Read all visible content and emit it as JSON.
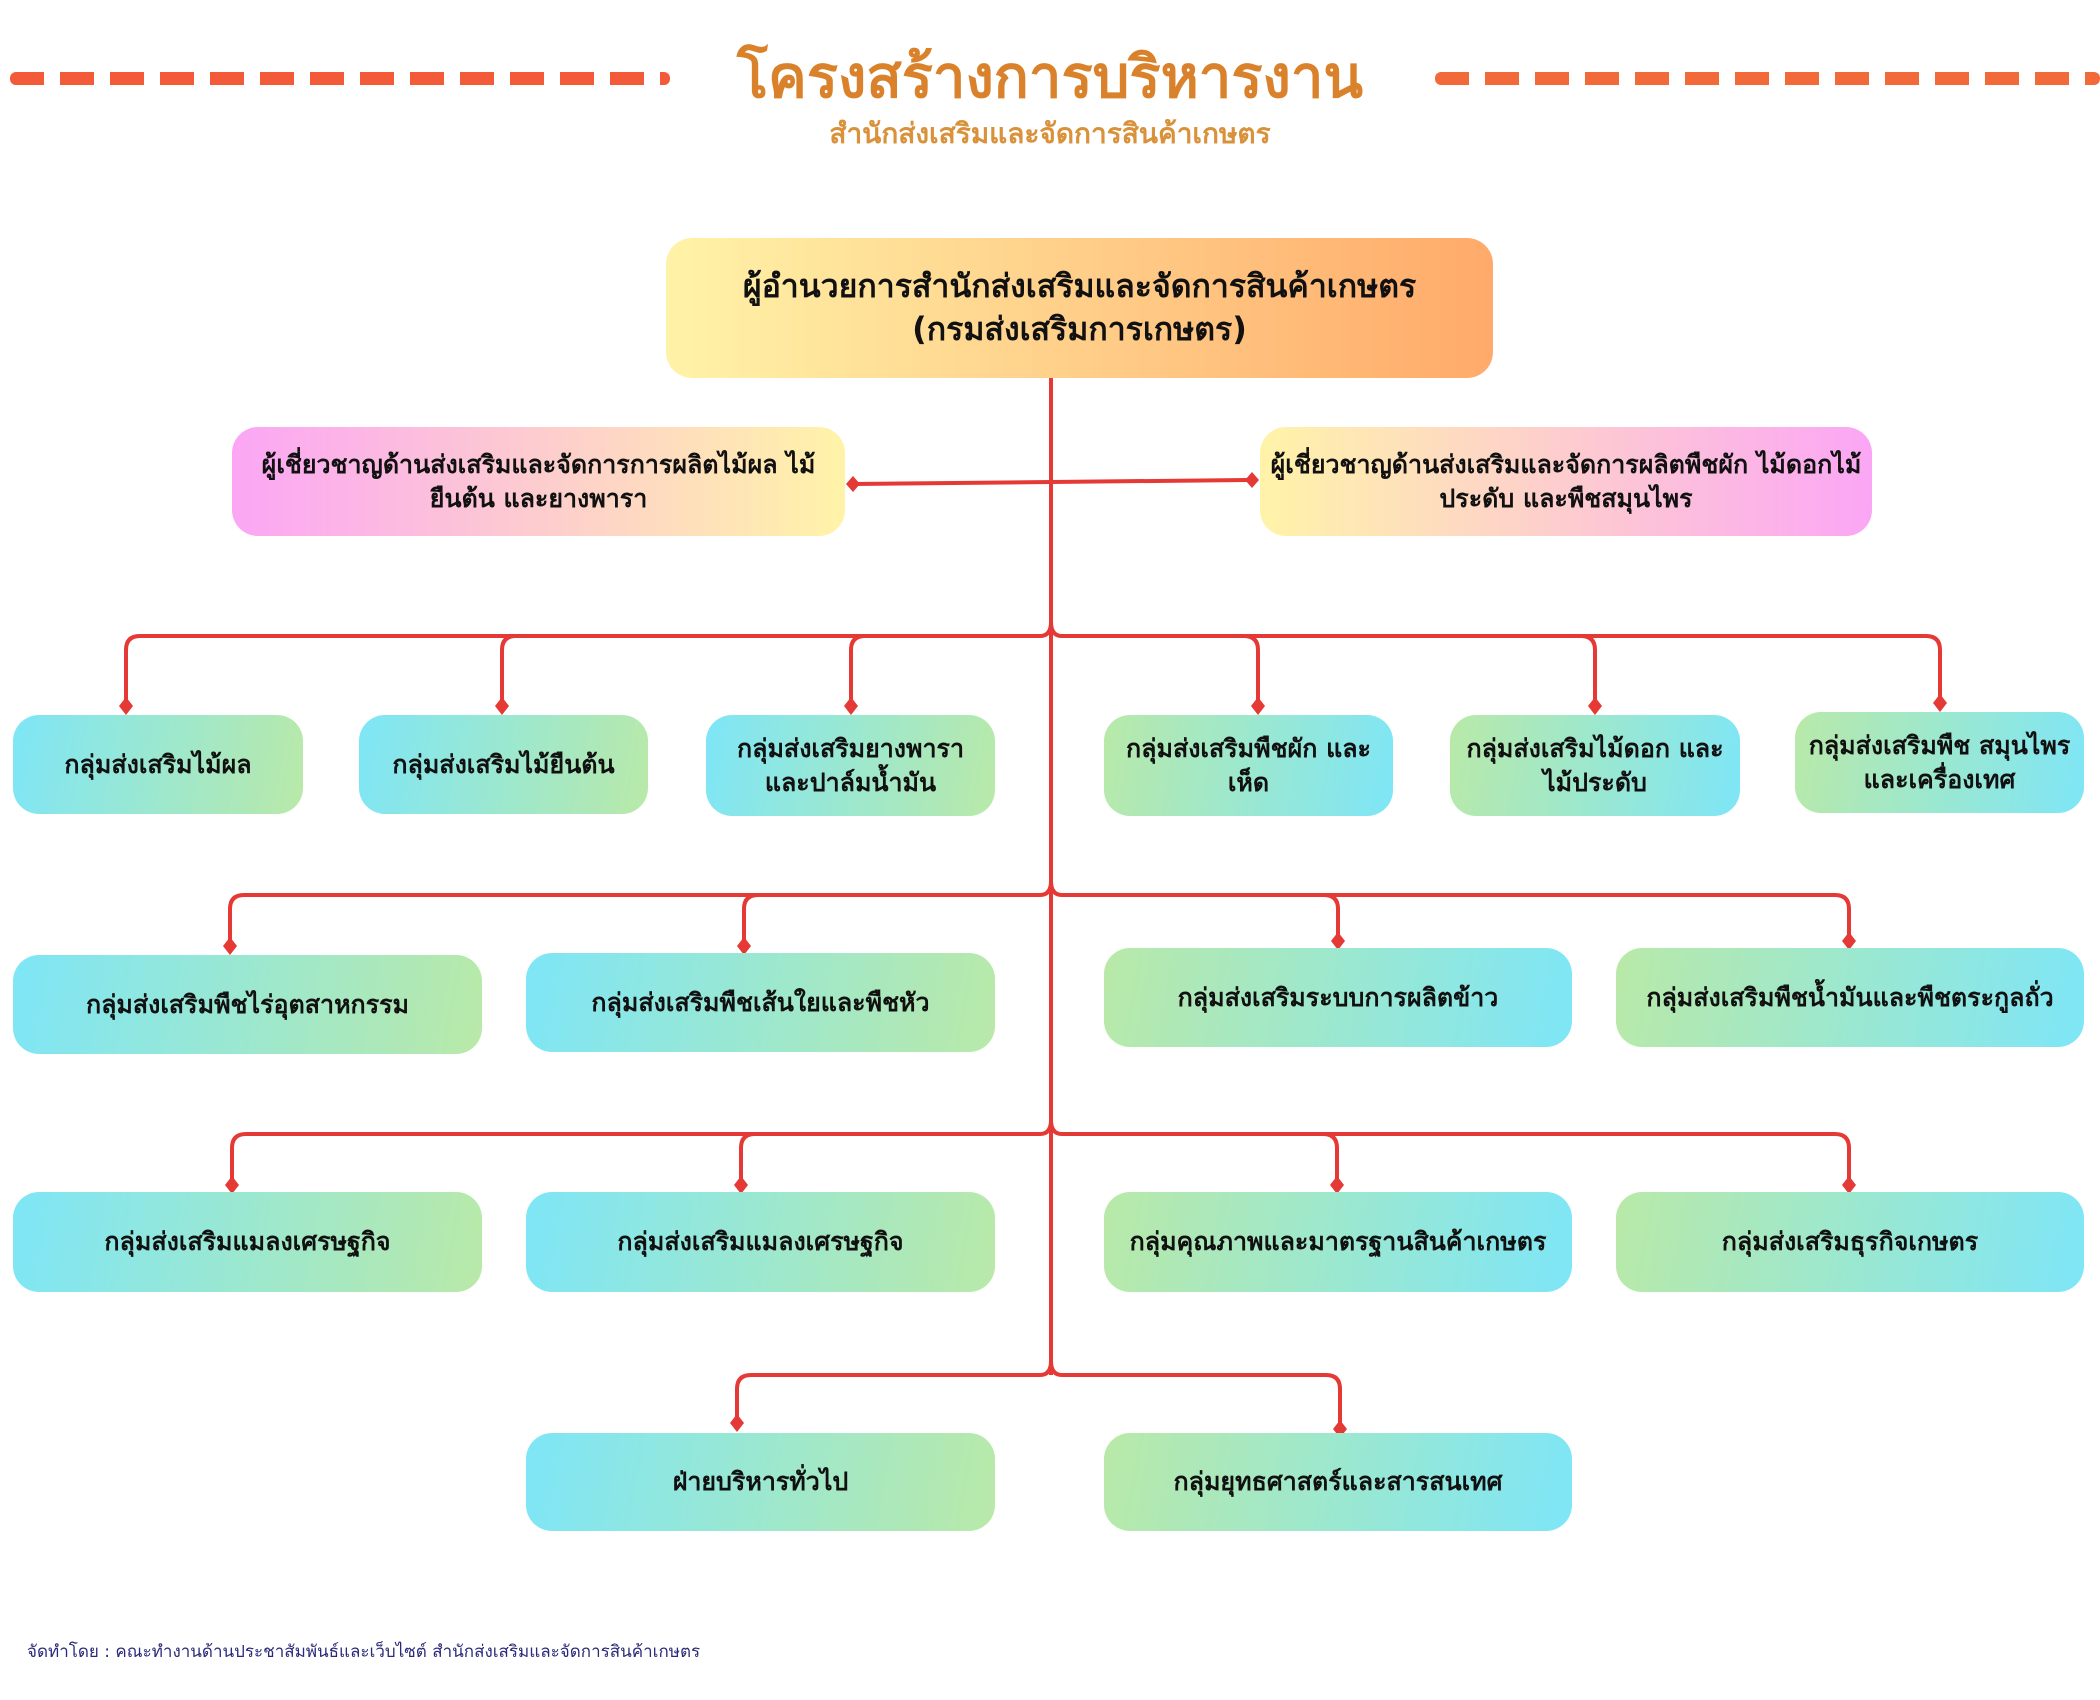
{
  "header": {
    "title": "โครงสร้างการบริหารงาน",
    "subtitle": "สำนักส่งเสริมและจัดการสินค้าเกษตร"
  },
  "director": {
    "line1": "ผู้อำนวยการสำนักส่งเสริมและจัดการสินค้าเกษตร",
    "line2": "(กรมส่งเสริมการเกษตร)"
  },
  "experts": [
    "ผู้เชี่ยวชาญด้านส่งเสริมและจัดการการผลิตไม้ผล ไม้ยืนต้น และยางพารา",
    "ผู้เชี่ยวชาญด้านส่งเสริมและจัดการผลิตพืชผัก ไม้ดอกไม้ประดับ และพืชสมุนไพร"
  ],
  "row1": [
    "กลุ่มส่งเสริมไม้ผล",
    "กลุ่มส่งเสริมไม้ยืนต้น",
    "กลุ่มส่งเสริมยางพารา และปาล์มน้ำมัน",
    "กลุ่มส่งเสริมพืชผัก และเห็ด",
    "กลุ่มส่งเสริมไม้ดอก และไม้ประดับ",
    "กลุ่มส่งเสริมพืช สมุนไพรและเครื่องเทศ"
  ],
  "row2": [
    "กลุ่มส่งเสริมพืชไร่อุตสาหกรรม",
    "กลุ่มส่งเสริมพืชเส้นใยและพืชหัว",
    "กลุ่มส่งเสริมระบบการผลิตข้าว",
    "กลุ่มส่งเสริมพืชน้ำมันและพืชตระกูลถั่ว"
  ],
  "row3": [
    "กลุ่มส่งเสริมแมลงเศรษฐกิจ",
    "กลุ่มส่งเสริมแมลงเศรษฐกิจ",
    "กลุ่มคุณภาพและมาตรฐานสินค้าเกษตร",
    "กลุ่มส่งเสริมธุรกิจเกษตร"
  ],
  "row4": [
    "ฝ่ายบริหารทั่วไป",
    "กลุ่มยุทธศาสตร์และสารสนเทศ"
  ],
  "footer": "จัดทำโดย : คณะทำงานด้านประชาสัมพันธ์และเว็บไซต์ สำนักส่งเสริมและจัดการสินค้าเกษตร",
  "colors": {
    "connector": "#e53935",
    "title": "#d9822b"
  }
}
